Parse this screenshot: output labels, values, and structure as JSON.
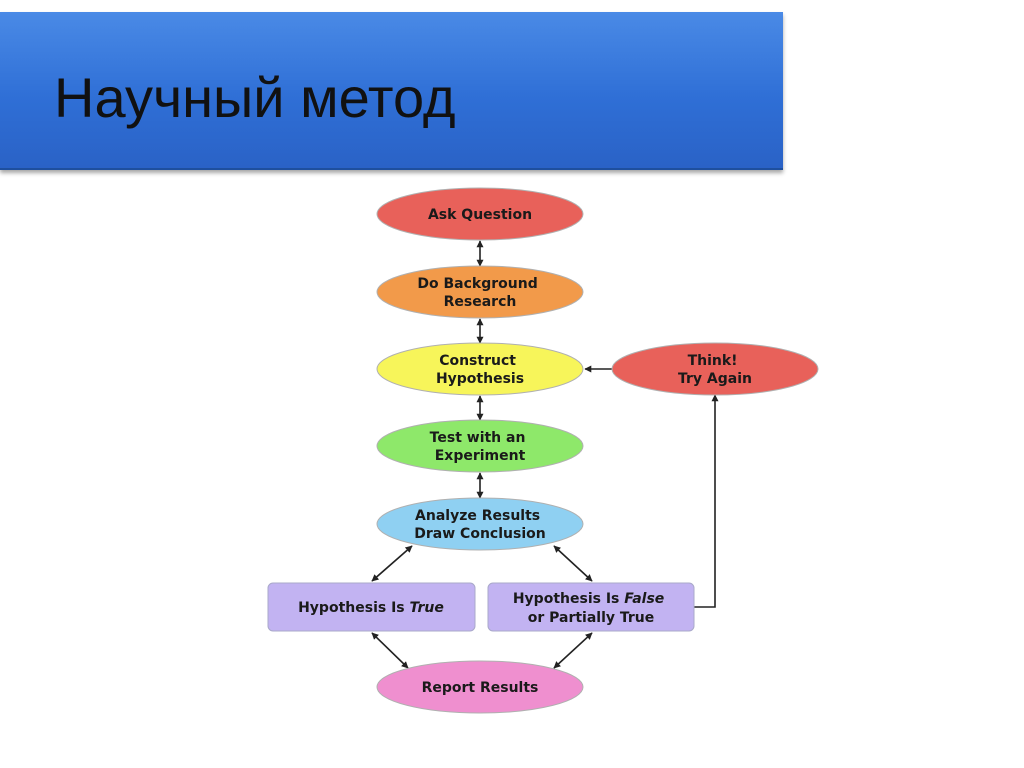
{
  "slide": {
    "title": "Научный метод"
  },
  "diagram": {
    "nodes": {
      "ask_question": {
        "lines": [
          "Ask Question"
        ],
        "color": "#e8615a"
      },
      "background_research": {
        "lines": [
          "Do Background",
          "Research"
        ],
        "color": "#f29a4a"
      },
      "construct_hypothesis": {
        "lines": [
          "Construct",
          "Hypothesis"
        ],
        "color": "#f7f55a"
      },
      "test_experiment": {
        "lines": [
          "Test with an",
          "Experiment"
        ],
        "color": "#8ee86a"
      },
      "analyze_results": {
        "lines": [
          "Analyze Results",
          "Draw Conclusion"
        ],
        "color": "#8fd0f2"
      },
      "think_try_again": {
        "lines": [
          "Think!",
          "Try Again"
        ],
        "color": "#e8615a"
      },
      "hypothesis_true": {
        "prefix": "Hypothesis Is ",
        "emph": "True",
        "color": "#c2b3f2"
      },
      "hypothesis_false": {
        "prefix": "Hypothesis Is ",
        "emph": "False",
        "line2": "or Partially True",
        "color": "#c2b3f2"
      },
      "report_results": {
        "lines": [
          "Report Results"
        ],
        "color": "#ef8fcf"
      }
    }
  }
}
